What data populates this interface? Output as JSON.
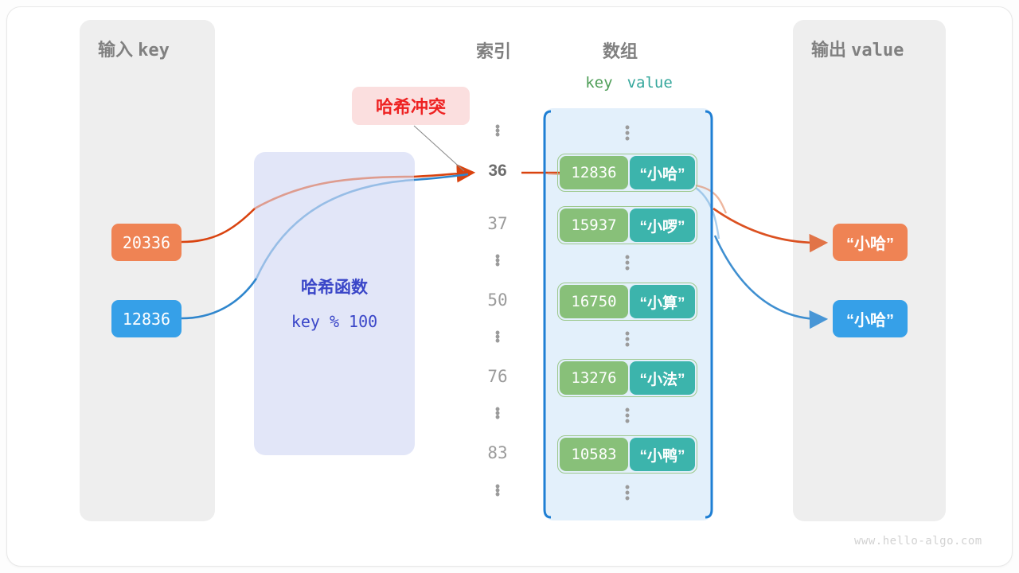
{
  "figure": {
    "watermark": "www.hello-algo.com",
    "colors": {
      "input_orange": "#ef8354",
      "input_blue": "#36a0e8",
      "key_green": "#88c079",
      "value_teal": "#3cb4ac",
      "array_bg": "#e3f0fb",
      "array_bracket": "#1f7fd4",
      "hash_box_bg": "#e2e6f8",
      "hash_text": "#3a46c8",
      "panel_gray": "#eeeeee",
      "badge_bg": "#fbdfdf",
      "badge_text": "#ee2222"
    }
  },
  "input_panel": {
    "title_cn": "输入",
    "title_mono": "key",
    "keys": [
      {
        "value": "20336",
        "color": "#ef8354"
      },
      {
        "value": "12836",
        "color": "#36a0e8"
      }
    ]
  },
  "hash_function": {
    "label": "哈希函数",
    "formula": "key % 100"
  },
  "collision": {
    "badge_label": "哈希冲突"
  },
  "array_section": {
    "header_index": "索引",
    "header_array": "数组",
    "col_key": "key",
    "col_value": "value",
    "rows": [
      {
        "type": "ellipsis"
      },
      {
        "type": "entry",
        "index": "36",
        "key": "12836",
        "value": "“小哈”",
        "highlight": true
      },
      {
        "type": "entry",
        "index": "37",
        "key": "15937",
        "value": "“小啰”",
        "highlight": false
      },
      {
        "type": "ellipsis"
      },
      {
        "type": "entry",
        "index": "50",
        "key": "16750",
        "value": "“小算”",
        "highlight": false
      },
      {
        "type": "ellipsis"
      },
      {
        "type": "entry",
        "index": "76",
        "key": "13276",
        "value": "“小法”",
        "highlight": false
      },
      {
        "type": "ellipsis"
      },
      {
        "type": "entry",
        "index": "83",
        "key": "10583",
        "value": "“小鸭”",
        "highlight": false
      },
      {
        "type": "ellipsis"
      }
    ]
  },
  "output_panel": {
    "title_cn": "输出",
    "title_mono": "value",
    "values": [
      {
        "value": "“小哈”",
        "color": "#ef8354"
      },
      {
        "value": "“小哈”",
        "color": "#36a0e8"
      }
    ]
  }
}
